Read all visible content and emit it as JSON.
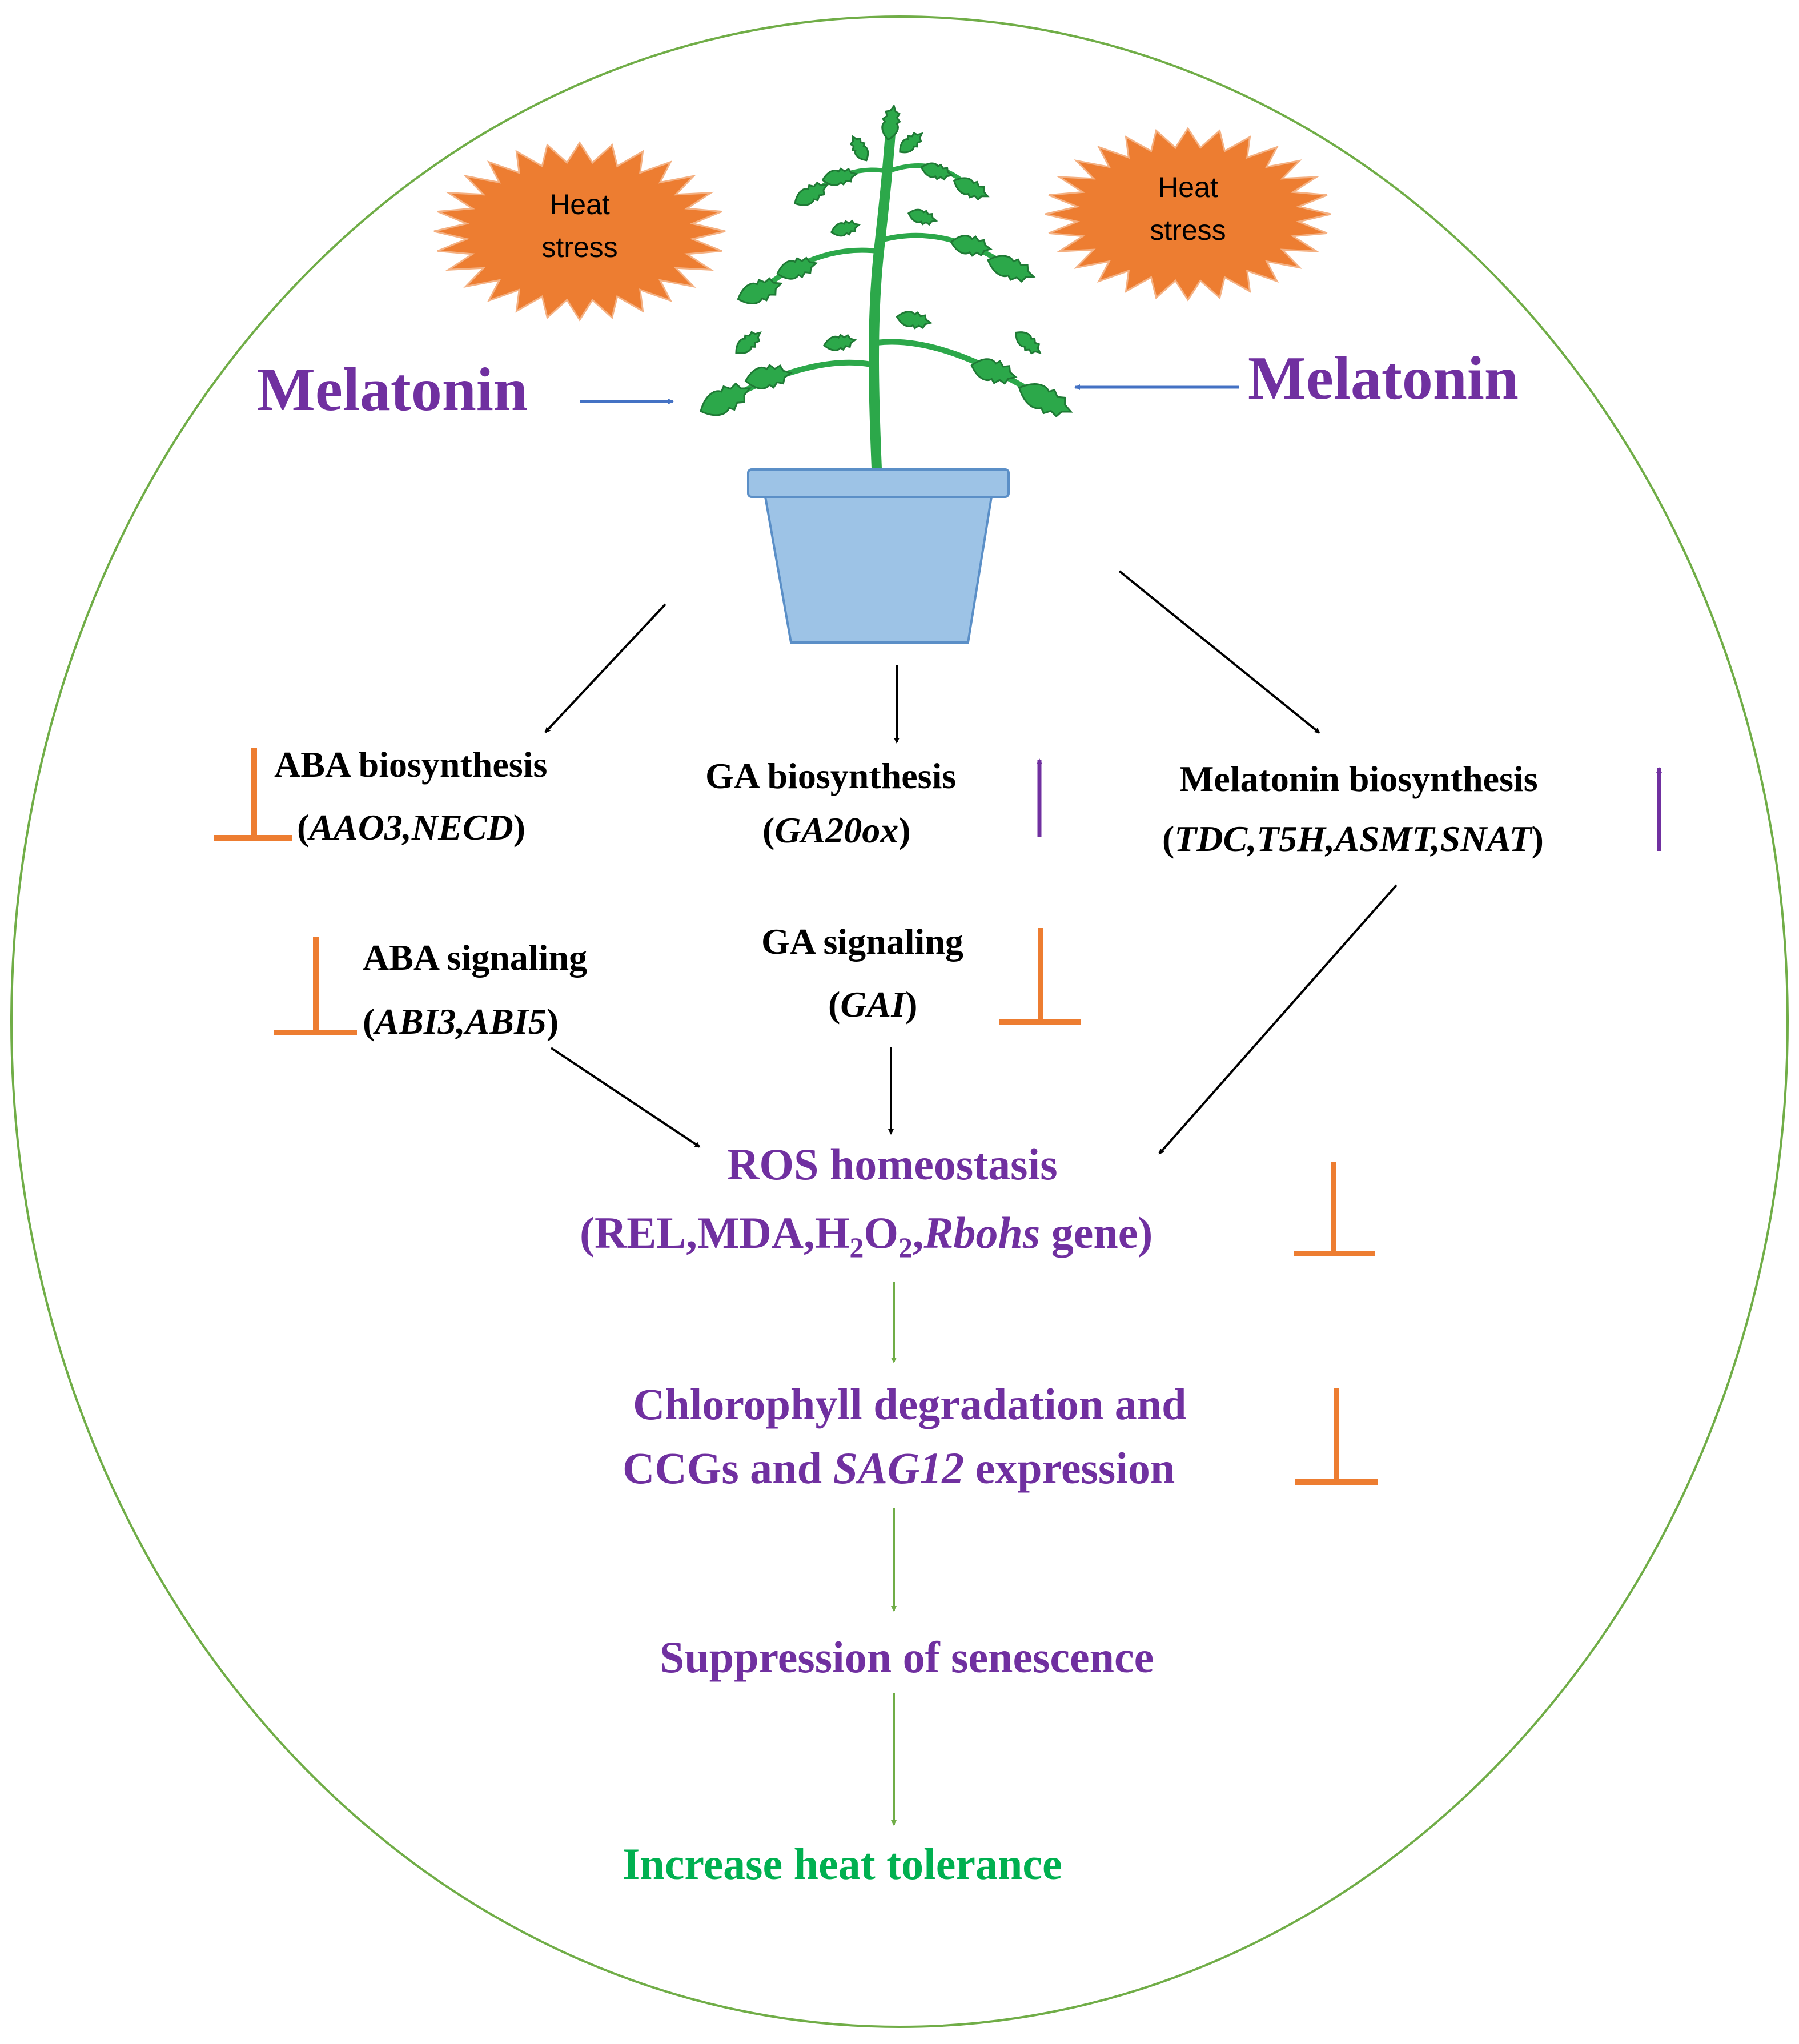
{
  "colors": {
    "purple": "#7030a0",
    "green": "#00b050",
    "orange": "#ed7d31",
    "blue": "#4472c4",
    "black": "#000000",
    "flow_green": "#70ad47",
    "ellipse": "#70ad47",
    "pot": "#9dc3e6",
    "pot_stroke": "#5b8fc7",
    "leaf": "#2ca84a",
    "leaf_dark": "#1f7a35"
  },
  "icons": [
    "heat-burst-icon",
    "potted-plant-icon",
    "inhibition-icon",
    "up-arrow-icon"
  ],
  "heat_left": {
    "line1": "Heat",
    "line2": "stress"
  },
  "heat_right": {
    "line1": "Heat",
    "line2": "stress"
  },
  "melatonin_left": "Melatonin",
  "melatonin_right": "Melatonin",
  "aba_bio": {
    "title": "ABA biosynthesis",
    "open": "(",
    "genes": "AAO3,NECD",
    "close": ")"
  },
  "ga_bio": {
    "title": "GA biosynthesis",
    "open": "(",
    "genes": "GA20ox",
    "close": ")"
  },
  "mel_bio": {
    "title": "Melatonin biosynthesis",
    "open": "(",
    "genes": "TDC,T5H,ASMT,SNAT",
    "close": ")"
  },
  "aba_sig": {
    "title": "ABA signaling",
    "open": "(",
    "genes": "ABI3,ABI5",
    "close": ")"
  },
  "ga_sig": {
    "title": "GA signaling",
    "open": "(",
    "genes": "GAI",
    "close": ")"
  },
  "ros": {
    "title": "ROS homeostasis",
    "open": "(REL,MDA,H",
    "sub1": "2",
    "o": "O",
    "sub2": "2",
    "comma": ",",
    "rbohs": "Rbohs",
    "gene": " gene)"
  },
  "chloro": {
    "line1": "Chlorophyll degradation and",
    "line2a": "CCGs and ",
    "line2b": "SAG12",
    "line2c": " expression"
  },
  "suppression": "Suppression of senescence",
  "tolerance": "Increase heat tolerance"
}
